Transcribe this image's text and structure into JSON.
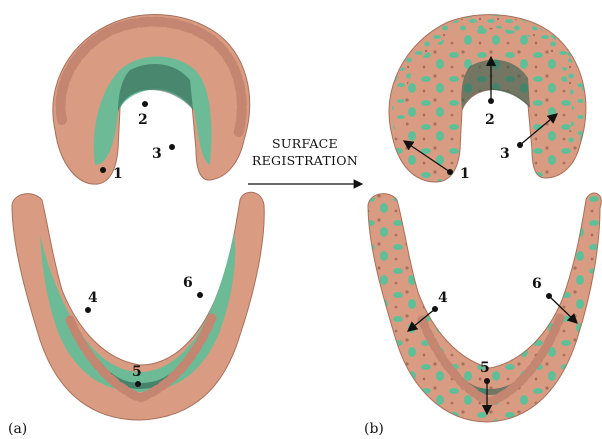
{
  "panels": {
    "left": {
      "label": "(a)",
      "markers": [
        "1",
        "2",
        "3",
        "4",
        "5",
        "6"
      ]
    },
    "right": {
      "label": "(b)",
      "markers": [
        "1",
        "2",
        "3",
        "4",
        "5",
        "6"
      ]
    }
  },
  "transition": {
    "line1": "SURFACE",
    "line2": "REGISTRATION"
  },
  "colors": {
    "skin": "#d99c82",
    "skin_dark": "#a8705c",
    "green": "#5fbf98",
    "green_dark": "#2d5e4f",
    "ink": "#111111"
  }
}
